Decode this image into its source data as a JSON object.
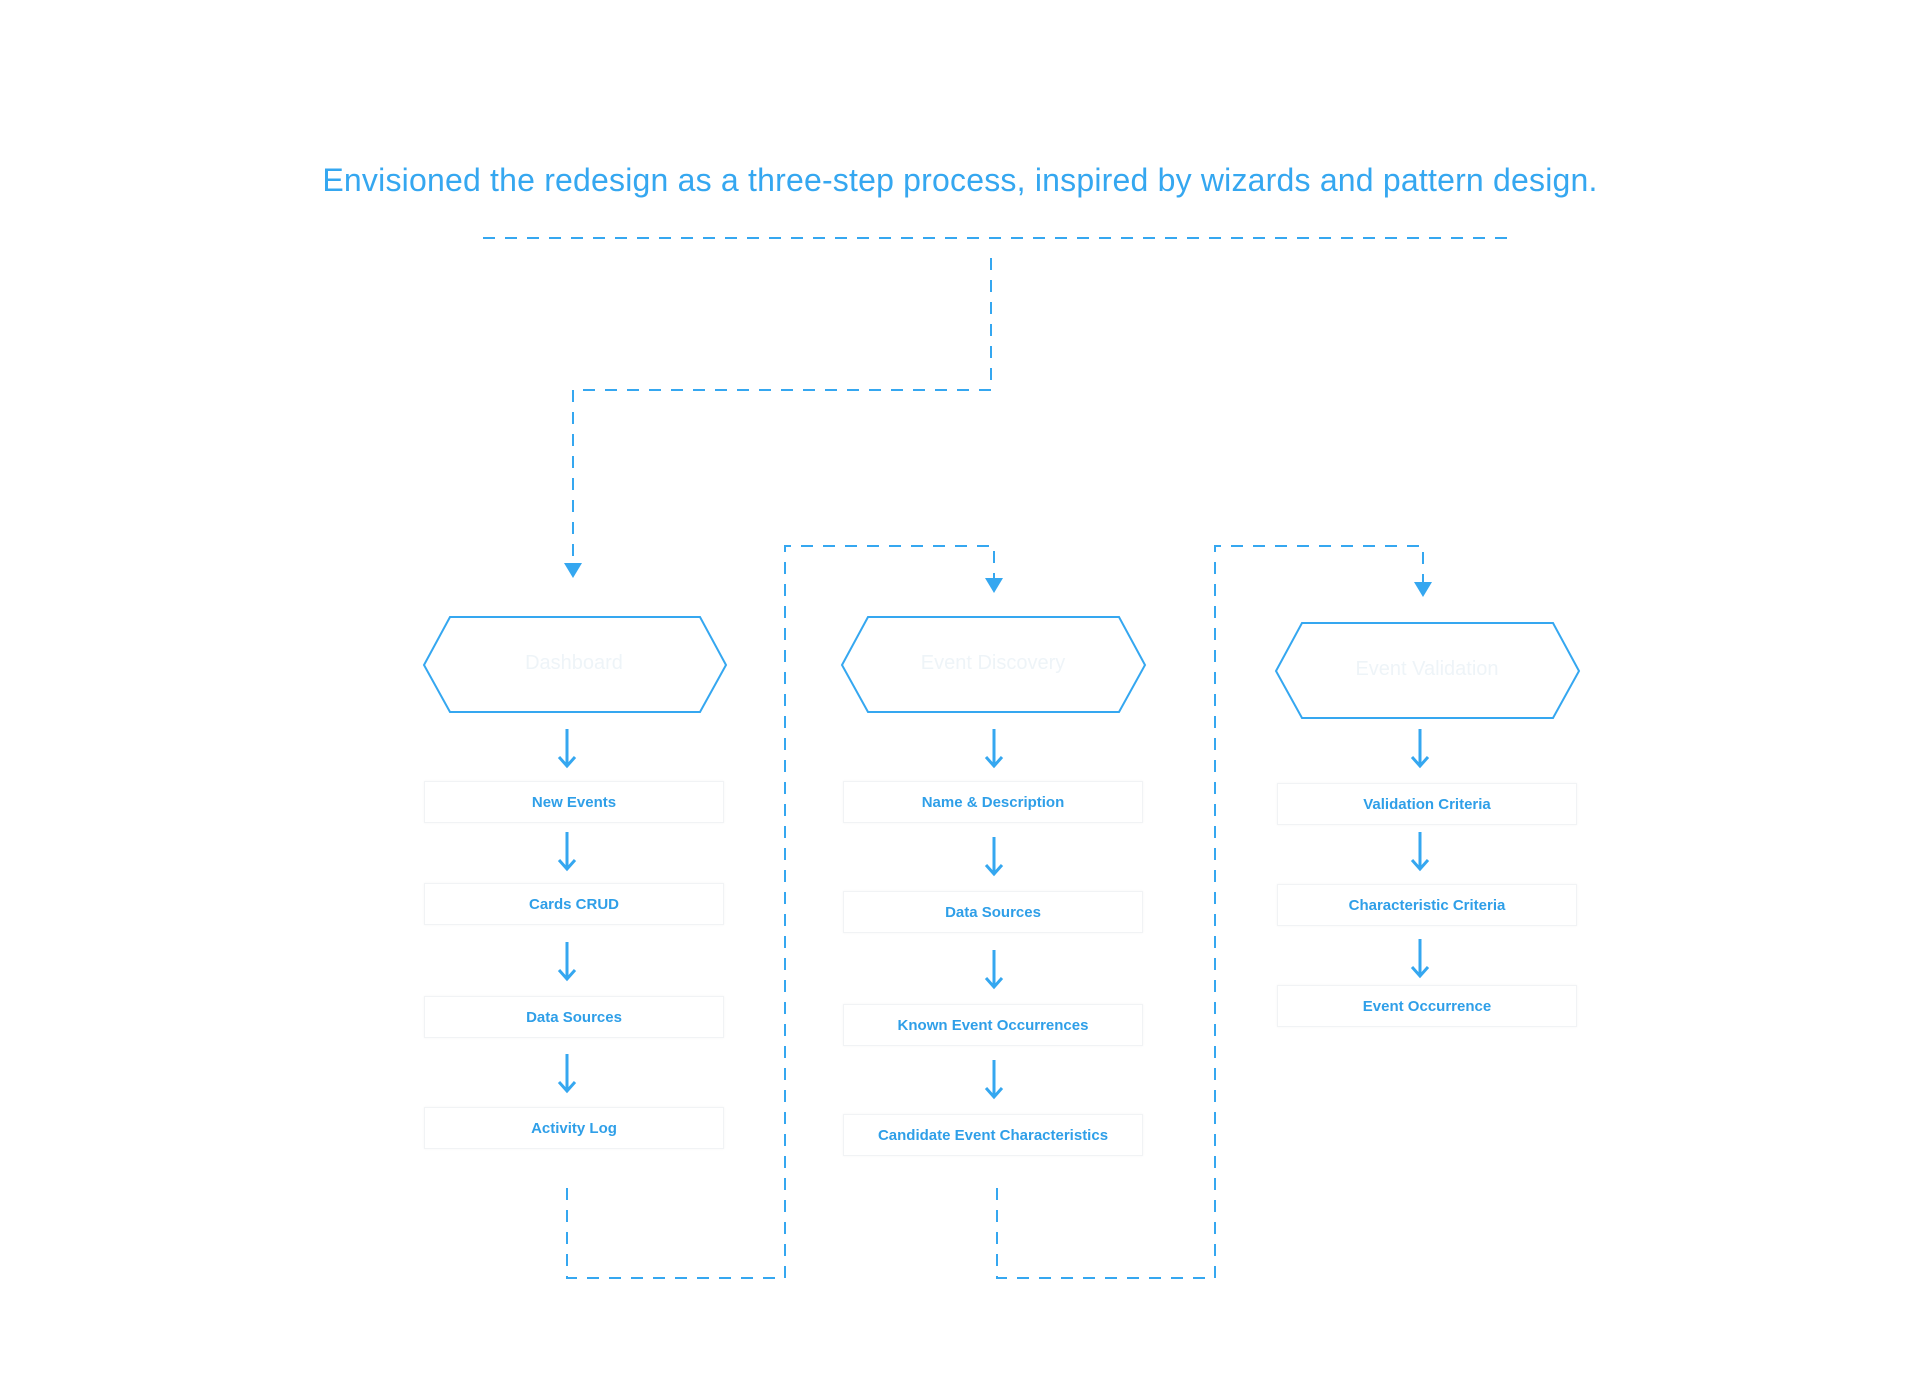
{
  "headline": "Envisioned the redesign as a three-step process, inspired by wizards and pattern design.",
  "colors": {
    "accent": "#35a7f0",
    "text": "#2f9fe8",
    "stage_label_faint": "#eef4f8",
    "box_border": "#f1f3f5"
  },
  "stages": [
    {
      "label": "Dashboard",
      "steps": [
        "New Events",
        "Cards CRUD",
        "Data Sources",
        "Activity Log"
      ]
    },
    {
      "label": "Event Discovery",
      "steps": [
        "Name & Description",
        "Data Sources",
        "Known Event Occurrences",
        "Candidate Event Characteristics"
      ]
    },
    {
      "label": "Event Validation",
      "steps": [
        "Validation Criteria",
        "Characteristic Criteria",
        "Event Occurrence"
      ]
    }
  ]
}
